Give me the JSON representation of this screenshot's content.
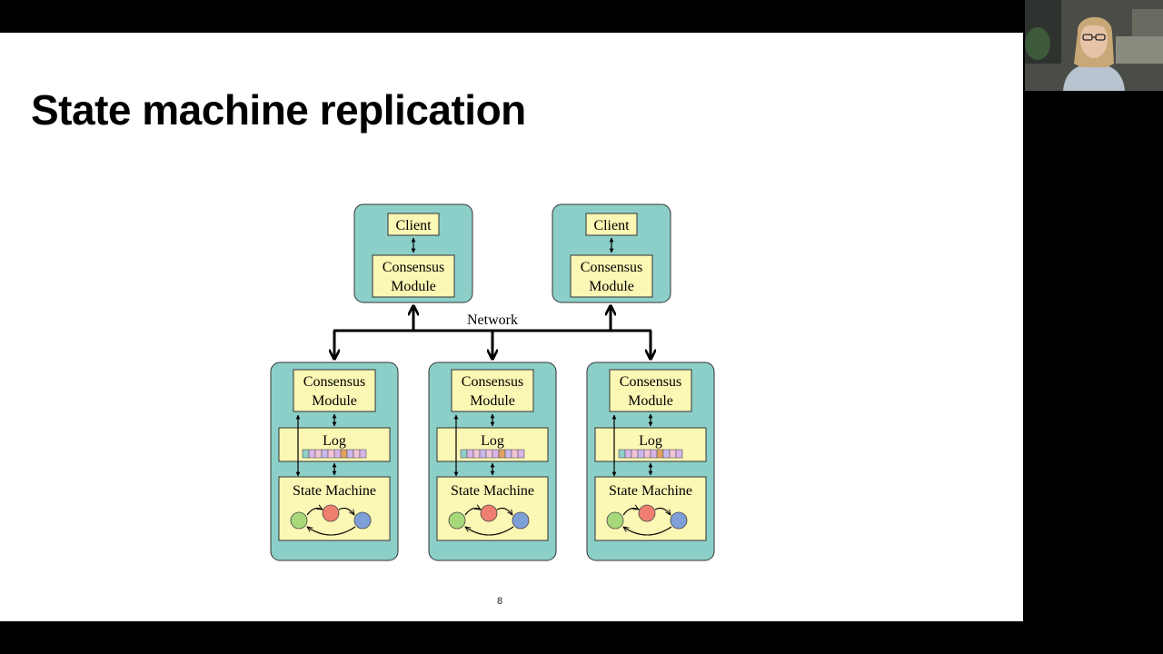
{
  "slide": {
    "title": "State machine replication",
    "page_number": "8"
  },
  "diagram": {
    "network_label": "Network",
    "clients": [
      {
        "client_label": "Client",
        "module_line1": "Consensus",
        "module_line2": "Module"
      },
      {
        "client_label": "Client",
        "module_line1": "Consensus",
        "module_line2": "Module"
      }
    ],
    "servers": [
      {
        "module_line1": "Consensus",
        "module_line2": "Module",
        "log_label": "Log",
        "sm_label": "State Machine"
      },
      {
        "module_line1": "Consensus",
        "module_line2": "Module",
        "log_label": "Log",
        "sm_label": "State Machine"
      },
      {
        "module_line1": "Consensus",
        "module_line2": "Module",
        "log_label": "Log",
        "sm_label": "State Machine"
      }
    ],
    "colors": {
      "teal_box": "#8ccfc8",
      "inner_box": "#fbf7b4",
      "log_entries": [
        "#8fd0c8",
        "#d8b4e8",
        "#f2c4d8",
        "#c9b7ee",
        "#f2c4d8",
        "#d8b4e8",
        "#e0a060",
        "#c9b7ee",
        "#f2c4d8",
        "#d8b4e8"
      ],
      "states": [
        "#a7d87a",
        "#ee7f70",
        "#7f9fd9"
      ]
    }
  },
  "webcam": {
    "icon": "presenter-video"
  }
}
